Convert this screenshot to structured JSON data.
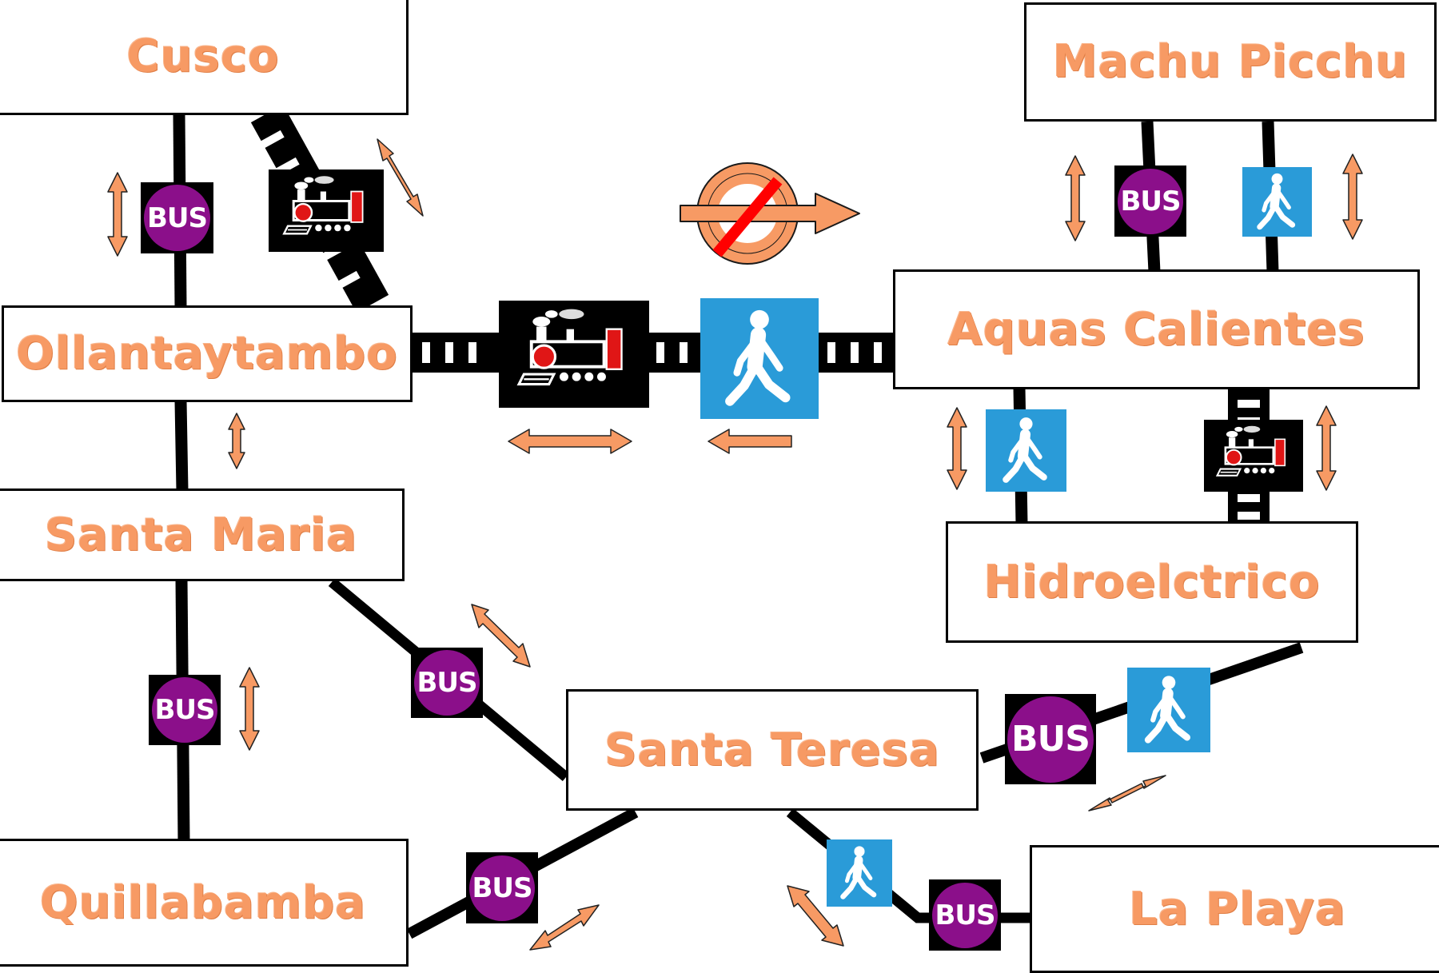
{
  "diagram": {
    "colors": {
      "station_text": "#f79a64",
      "route_line": "#000000",
      "bus_badge": "#8b0f8a",
      "walk_badge": "#2a9bd8",
      "arrow_fill": "#f79a64",
      "no_entry": "#f79a64",
      "no_entry_slash": "#ff0000"
    },
    "stations": {
      "cusco": "Cusco",
      "machu_picchu": "Machu Picchu",
      "ollantaytambo": "Ollantaytambo",
      "aquas_calientes": "Aquas Calientes",
      "santa_maria": "Santa Maria",
      "hidroelctrico": "Hidroelctrico",
      "santa_teresa": "Santa Teresa",
      "quillabamba": "Quillabamba",
      "la_playa": "La Playa"
    },
    "bus_label": "BUS",
    "icons": {
      "bus": "bus-icon",
      "walk": "walking-person-icon",
      "train": "steam-train-icon",
      "arrow": "double-arrow-icon",
      "no_entry": "no-entry-arrow-icon"
    }
  }
}
